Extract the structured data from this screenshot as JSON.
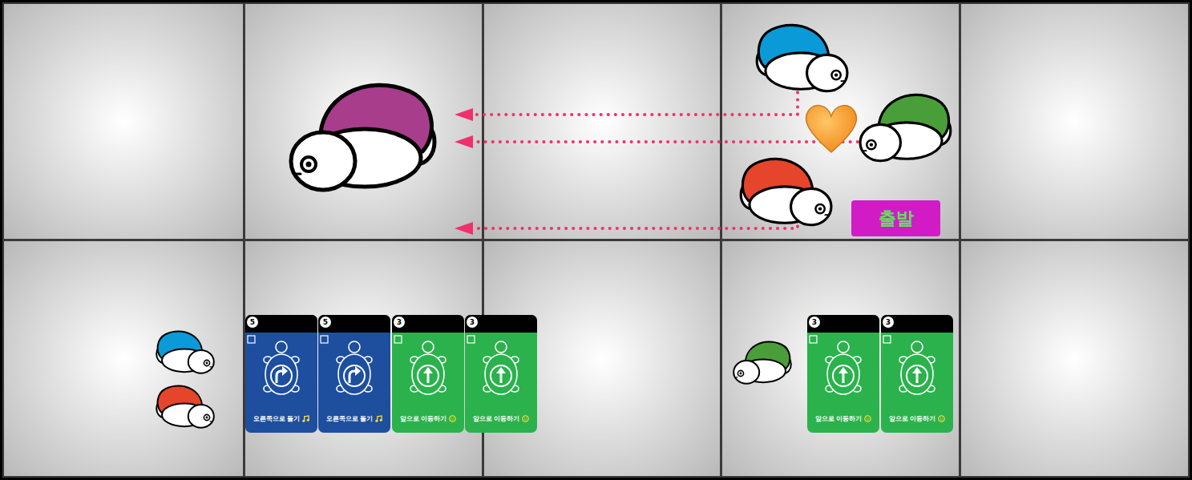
{
  "diagram": {
    "nodes": [
      {
        "text": [
          "출발"
        ]
      },
      {
        "text": [
          "5",
          "오른쪽으로 돌기"
        ]
      },
      {
        "text": [
          "5",
          "오른쪽으로 돌기"
        ]
      },
      {
        "text": [
          "3",
          "앞으로 이동하기"
        ]
      },
      {
        "text": [
          "3",
          "앞으로 이동하기"
        ]
      },
      {
        "text": [
          "3",
          "앞으로 이동하기"
        ]
      },
      {
        "text": [
          "3",
          "앞으로 이동하기"
        ]
      }
    ]
  }
}
